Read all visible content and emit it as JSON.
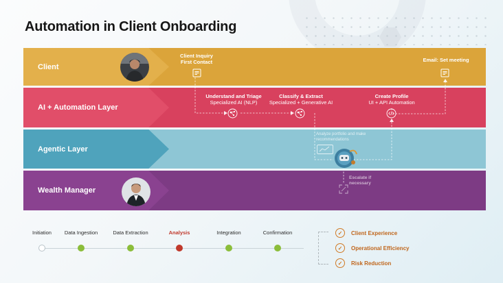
{
  "title": "Automation in Client Onboarding",
  "lanes": {
    "client": "Client",
    "ai": "AI + Automation Layer",
    "agentic": "Agentic Layer",
    "wealth": "Wealth Manager"
  },
  "steps": {
    "inquiry": {
      "line1": "Client Inquiry",
      "line2": "First Contact"
    },
    "email": {
      "line1": "Email: Set meeting"
    },
    "triage": {
      "line1": "Understand and Triage",
      "line2": "Specialized AI (NLP)"
    },
    "classify": {
      "line1": "Classify & Extract",
      "line2": "Specialized + Generative AI"
    },
    "profile": {
      "line1": "Create Profile",
      "line2": "UI + API Automation"
    },
    "analyze": {
      "line1": "Analyze portfolio and make recommendations"
    },
    "escalate": {
      "line1": "Escalate if",
      "line2": "necessary"
    }
  },
  "timeline": [
    {
      "label": "Initiation",
      "state": "start"
    },
    {
      "label": "Data Ingestion",
      "state": "done"
    },
    {
      "label": "Data Extraction",
      "state": "done"
    },
    {
      "label": "Analysis",
      "state": "active"
    },
    {
      "label": "Integration",
      "state": "done"
    },
    {
      "label": "Confirmation",
      "state": "done"
    }
  ],
  "outcomes": [
    "Client Experience",
    "Operational Efficiency",
    "Risk Reduction"
  ],
  "colors": {
    "client": "#dba43a",
    "ai": "#d8415e",
    "agentic": "#8ec6d5",
    "wealth": "#7d3b84",
    "active": "#c0392b",
    "done": "#8bbd3a",
    "outcome": "#c0661c"
  },
  "icons": {
    "inquiry": "document-icon",
    "email": "document-icon",
    "triage": "nodes-icon",
    "classify": "nodes-icon",
    "profile": "code-icon",
    "agent": "robot-icon",
    "escalate": "expand-icon",
    "outcome": "check-badge-icon"
  }
}
